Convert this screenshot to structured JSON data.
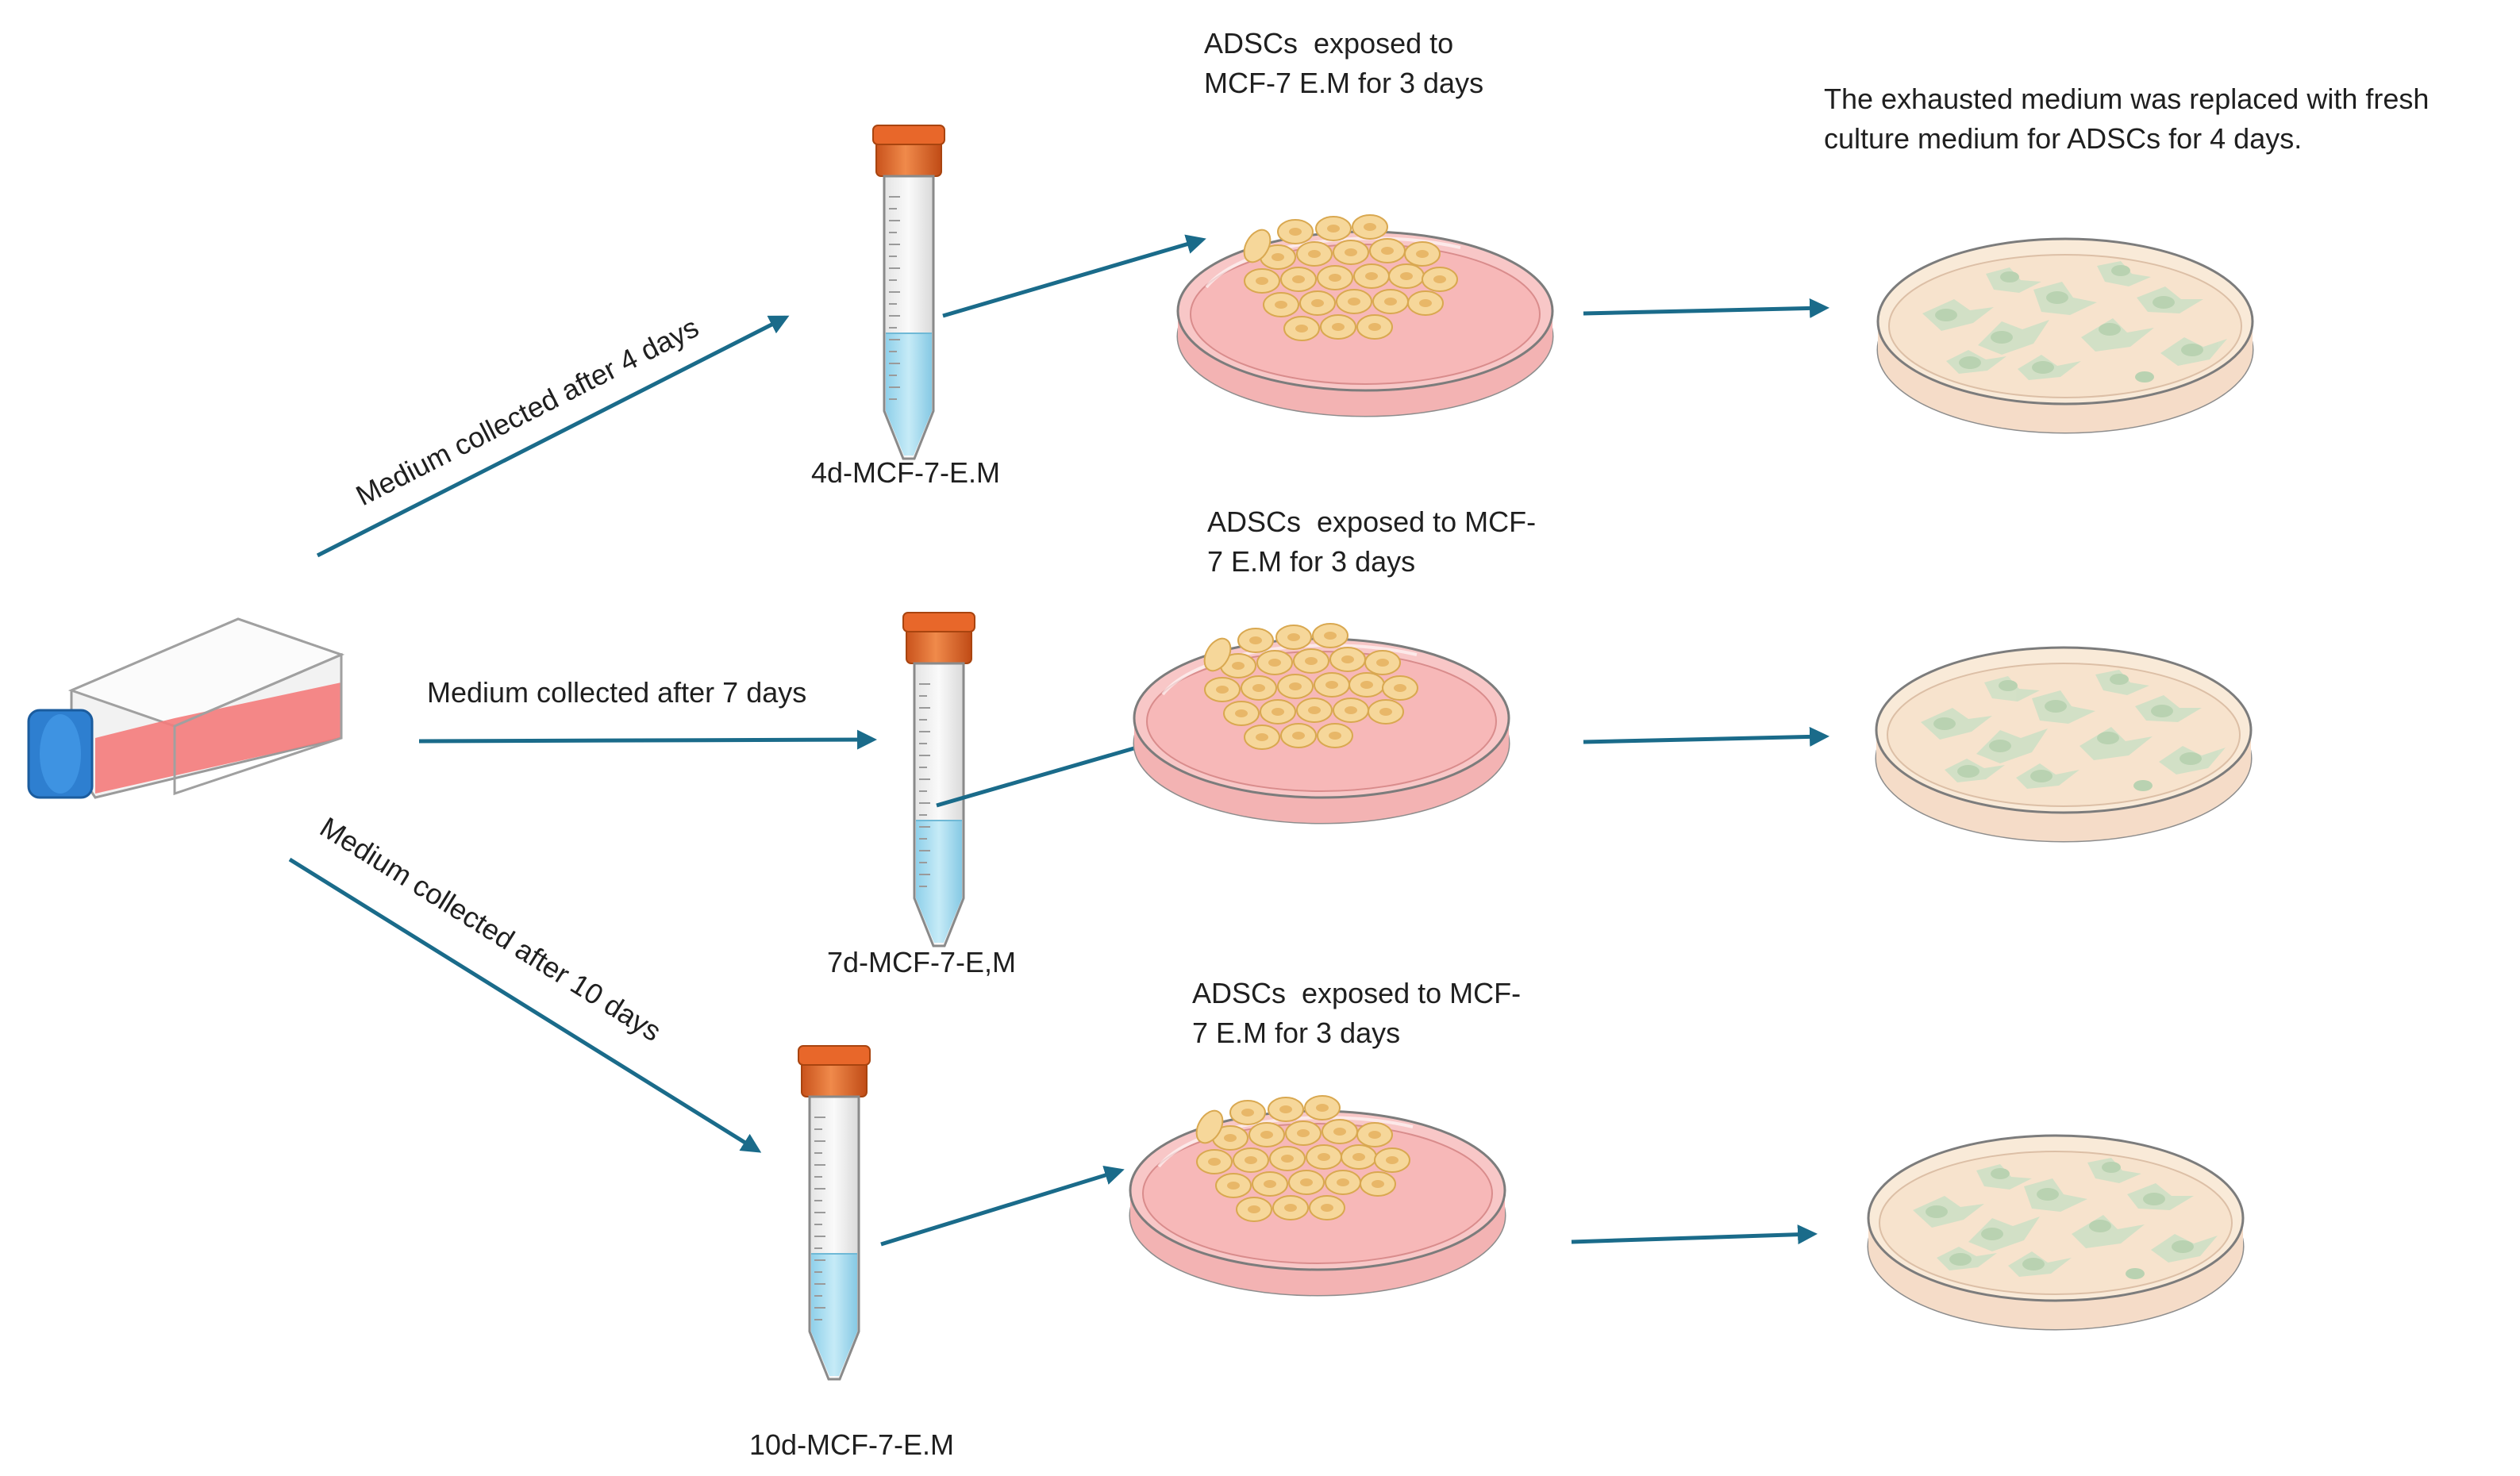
{
  "labels": {
    "arrow_4d": "Medium collected after 4 days",
    "arrow_7d": "Medium collected after 7 days",
    "arrow_10d": "Medium collected after 10 days",
    "tube_4d": "4d-MCF-7-E.M",
    "tube_7d": "7d-MCF-7-E,M",
    "tube_10d": "10d-MCF-7-E.M",
    "exposed_4d_line1": "ADSCs  exposed to",
    "exposed_4d_line2": "MCF-7 E.M for 3 days",
    "exposed_7d_line1": "ADSCs  exposed to MCF-",
    "exposed_7d_line2": "7 E.M for 3 days",
    "exposed_10d_line1": "ADSCs  exposed to MCF-",
    "exposed_10d_line2": "7 E.M for 3 days",
    "replaced_line1": "The exhausted medium was replaced with fresh",
    "replaced_line2": "culture medium for ADSCs for 4 days."
  },
  "colors": {
    "arrow": "#1a6b8a",
    "flask_medium": "#f47b7b",
    "flask_cap": "#2e7fd0",
    "tube_cap": "#e8672a",
    "tube_liquid": "#a9dcf0",
    "dish_pink": "#f6b9b9",
    "dish_beige": "#f8e1cc",
    "cancer_cell": "#f6d28a",
    "adsc_cell": "#cfe1c8"
  }
}
